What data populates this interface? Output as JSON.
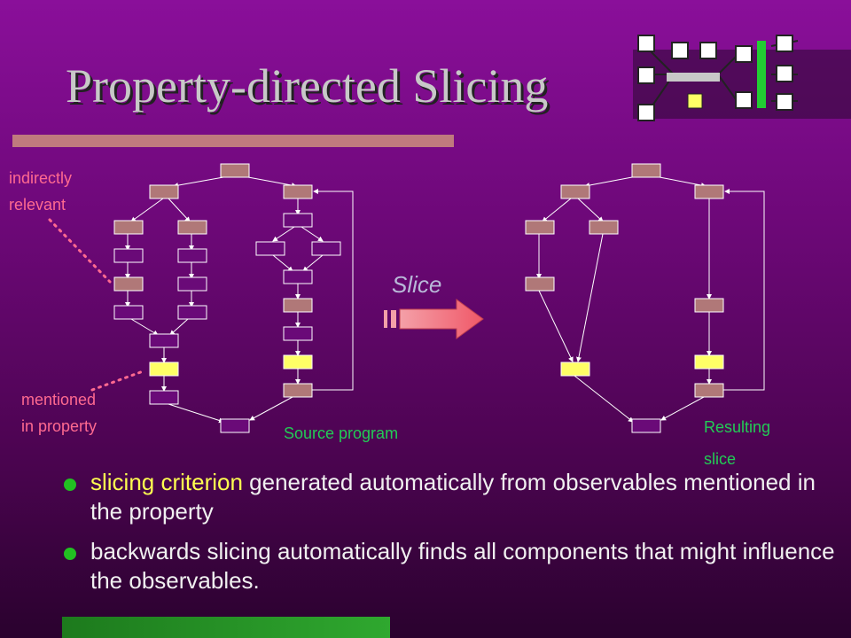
{
  "slide": {
    "title": "Property-directed Slicing",
    "labels": {
      "indirectly_relevant": [
        "indirectly",
        "relevant"
      ],
      "mentioned_in_property": [
        "mentioned",
        "in property"
      ],
      "source_program": "Source program",
      "resulting_slice": [
        "Resulting",
        "slice"
      ],
      "slice_arrow": "Slice"
    },
    "bullets": [
      {
        "highlight": "slicing criterion",
        "text": " generated automatically from observables mentioned in the property"
      },
      {
        "highlight": "",
        "text": "backwards slicing automatically finds all components that might influence the observables."
      }
    ]
  },
  "colors": {
    "node_brown": "#b07878",
    "node_yellow": "#ffff66",
    "node_empty": "#6a0a78",
    "pink_label": "#ff6a90",
    "green_label": "#22cc55",
    "bullet_dot": "#22c022",
    "criterion_highlight": "#ffff50"
  }
}
